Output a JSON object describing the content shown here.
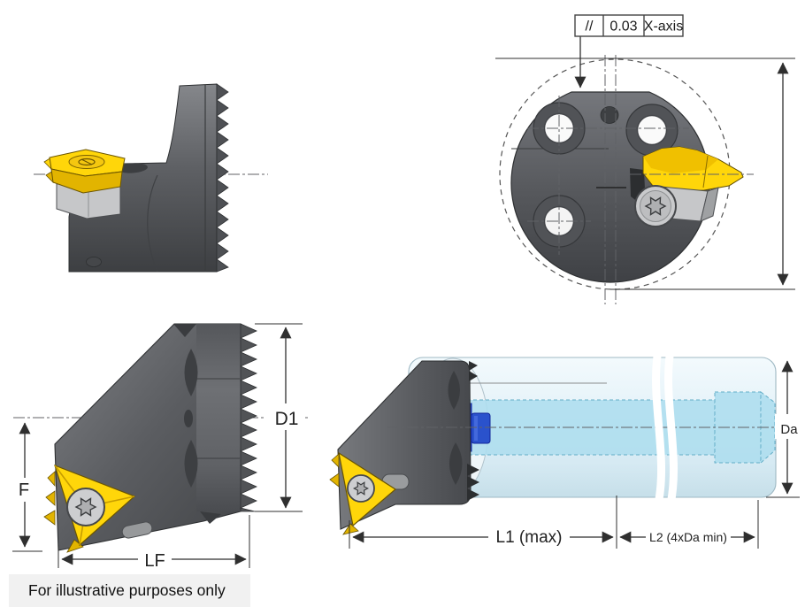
{
  "drawing": {
    "tolerance_callout": {
      "symbol": "//",
      "value": "0.03",
      "datum": "X-axis"
    },
    "dimensions": {
      "f": "F",
      "lf": "LF",
      "d1": "D1",
      "l1_max": "L1 (max)",
      "l2_min": "L2 (4xDa min)",
      "da": "Da"
    },
    "footer_note": "For illustrative purposes only",
    "colors": {
      "insert_yellow": "#FFD60A",
      "holder_gray_dark": "#46484C",
      "holder_gray_light": "#7A7C80",
      "clamp_gray": "#C3C4C6",
      "coolant_screw_blue": "#1C3FC4",
      "shank_translucent_cyan": "#DDEEF6",
      "bore_cyan": "#AEDEEE",
      "line_color": "#333333",
      "footer_bg": "#F1F1F1"
    }
  }
}
